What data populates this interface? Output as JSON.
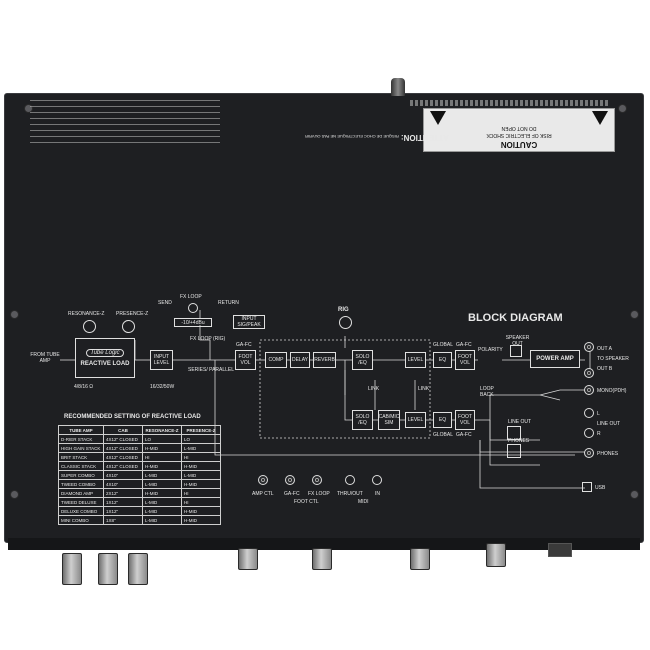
{
  "caution": {
    "title": "CAUTION",
    "line1": "RISK OF ELECTRIC SHOCK",
    "line2": "DO NOT OPEN"
  },
  "attention": "ATTENTION:",
  "attention_sub": "RISQUE DE CHOC ELECTRIQUE NE PAS OUVRIR",
  "block_diagram": {
    "title": "BLOCK DIAGRAM",
    "labels": {
      "rig": "RIG",
      "fx_loop": "FX LOOP",
      "send": "SEND",
      "return": "RETURN",
      "level_range": "-10/+4dBu",
      "input_sig_peak": "INPUT SIG/PEAK",
      "resonance_z": "RESONANCE-Z",
      "presence_z": "PRESENCE-Z",
      "from_tube_amp": "FROM TUBE AMP",
      "tube_logic": "Tube Logic",
      "reactive_load": "REACTIVE LOAD",
      "input_level": "INPUT LEVEL",
      "fx_loop_rig": "FX LOOP (RIG)",
      "series_parallel": "SERIES/ PARALLEL",
      "ohms": "4/8/16 Ω",
      "watts": "16/32/50W",
      "ga_fc": "GA-FC",
      "foot_vol": "FOOT VOL",
      "comp": "COMP",
      "delay": "DELAY",
      "reverb": "REVERB",
      "solo_eq": "SOLO /EQ",
      "level": "LEVEL",
      "link": "LINK",
      "cab_mic_sim": "CAB/MIC SIM",
      "global": "GLOBAL",
      "eq": "EQ",
      "polarity": "POLARITY",
      "speaker_out": "SPEAKER OUT",
      "power_amp": "POWER AMP",
      "out_a": "OUT A",
      "to_speaker": "TO SPEAKER",
      "out_b": "OUT B",
      "loop_back": "LOOP BACK",
      "mono_pdh": "MONO(PDH)",
      "line_out": "LINE OUT",
      "l": "L",
      "r": "R",
      "phones": "PHONES",
      "usb": "USB",
      "amp_ctl": "AMP CTL",
      "fx_loop_ctl": "FX LOOP",
      "thru_out": "THRU/OUT",
      "in": "IN",
      "foot_ctl": "FOOT CTL",
      "midi": "MIDI"
    }
  },
  "recommended": {
    "title": "RECOMMENDED SETTING OF REACTIVE LOAD",
    "headers": [
      "TUBE AMP",
      "CAB",
      "RESONANCE-Z",
      "PRESENCE-Z"
    ],
    "rows": [
      [
        "D-RIER STACK",
        "4X12\" CLOSED",
        "LO",
        "LO"
      ],
      [
        "HIGH GAIN STACK",
        "4X12\" CLOSED",
        "H-MID",
        "L-MID"
      ],
      [
        "BRIT STACK",
        "4X12\" CLOSED",
        "HI",
        "HI"
      ],
      [
        "CLASSIC STACK",
        "4X12\" CLOSED",
        "H-MID",
        "H-MID"
      ],
      [
        "SUPER COMBO",
        "4X10\"",
        "L-MID",
        "L-MID"
      ],
      [
        "TWEED COMBO",
        "4X10\"",
        "L-MID",
        "H-MID"
      ],
      [
        "DIAMOND AMP",
        "2X12\"",
        "H-MID",
        "HI"
      ],
      [
        "TWEED DELUXE",
        "1X12\"",
        "L-MID",
        "HI"
      ],
      [
        "DELUXE COMBO",
        "1X12\"",
        "L-MID",
        "H-MID"
      ],
      [
        "MINI COMBO",
        "1X8\"",
        "L-MID",
        "H-MID"
      ]
    ]
  }
}
